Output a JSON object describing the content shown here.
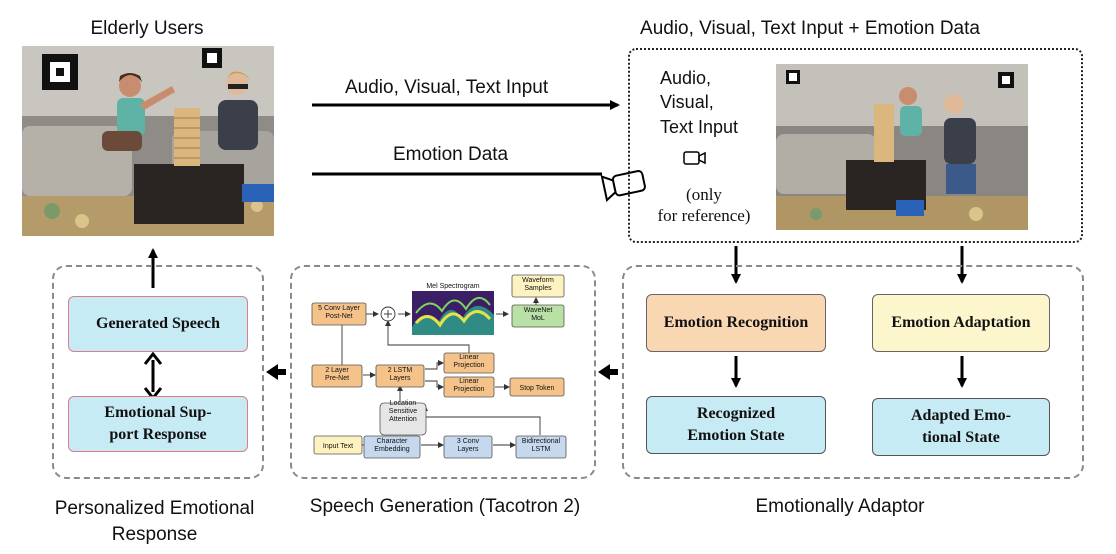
{
  "titles": {
    "elderly_users": "Elderly Users",
    "input_emotion_data": "Audio, Visual, Text Input + Emotion Data",
    "personalized_response": "Personalized Emotional Response",
    "speech_generation": "Speech Generation (Tacotron 2)",
    "emotionally_adaptor": "Emotionally Adaptor"
  },
  "arrows": {
    "av_text_input": "Audio, Visual, Text Input",
    "emotion_data": "Emotion Data"
  },
  "reference_box": {
    "modalities": "Audio,\nVisual,\nText Input",
    "note": "(only\nfor reference)"
  },
  "response_cards": {
    "generated_speech": "Generated Speech",
    "emotional_support": "Emotional Sup-\nport Response"
  },
  "adaptor_cards": {
    "emotion_recognition": "Emotion Recognition",
    "emotion_adaptation": "Emotion Adaptation",
    "recognized_state": "Recognized\nEmotion State",
    "adapted_state": "Adapted Emo-\ntional State"
  },
  "tacotron": {
    "conv_postnet": "5 Conv Layer\nPost-Net",
    "mel_spectrogram": "Mel Spectrogram",
    "waveform_samples": "Waveform\nSamples",
    "wavenet_mol": "WaveNet\nMoL",
    "pre_net": "2 Layer\nPre-Net",
    "lstm_layers": "2 LSTM\nLayers",
    "linear_projection_1": "Linear\nProjection",
    "linear_projection_2": "Linear\nProjection",
    "stop_token": "Stop Token",
    "location_attention": "Location\nSensitive\nAttention",
    "input_text": "Input Text",
    "char_embedding": "Character\nEmbedding",
    "conv_layers": "3 Conv\nLayers",
    "bilstm": "Bidirectional\nLSTM"
  },
  "colors": {
    "blue_card": "#c6ebf5",
    "orange_card": "#fad7b3",
    "yellow_card": "#fdf6cc",
    "taco_orange": "#f5c38a",
    "taco_blue": "#c5d8ee",
    "taco_green": "#b9e0a5",
    "taco_yellow": "#fdf3c0"
  },
  "icons": [
    "camera-icon",
    "video-camera-icon"
  ]
}
